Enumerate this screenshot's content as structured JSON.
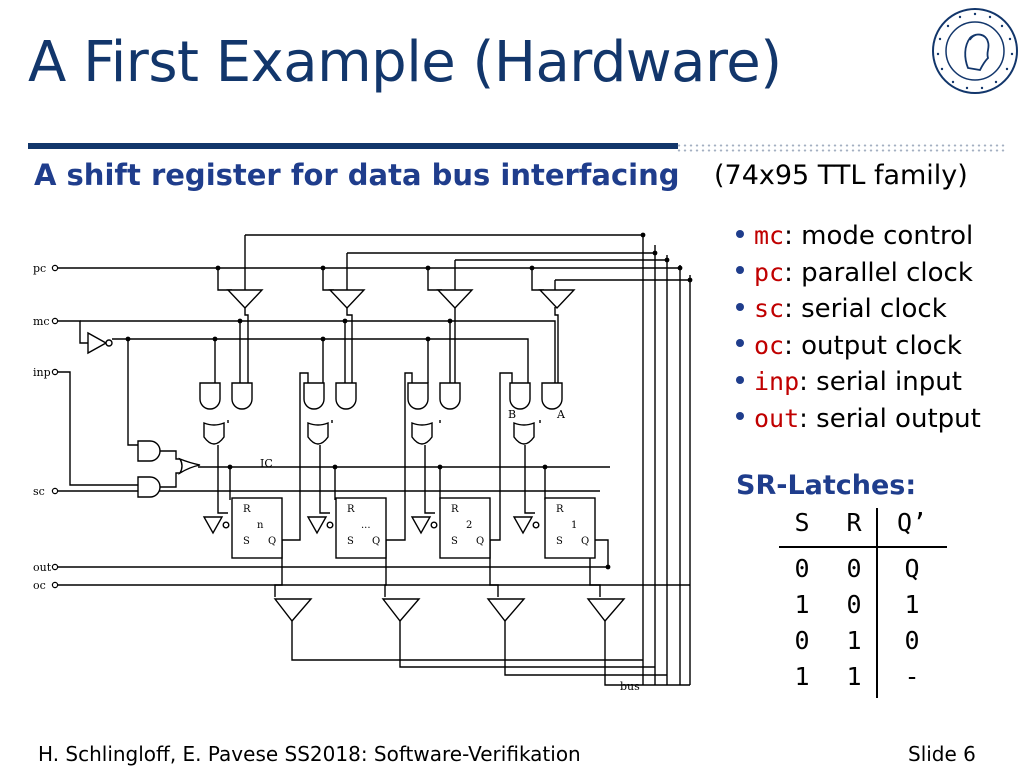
{
  "slide": {
    "title": "A First Example (Hardware)",
    "subtitle": "A shift register for data bus interfacing",
    "family_note": "(74x95 TTL family)",
    "legend": [
      {
        "code": "mc",
        "text": ": mode control"
      },
      {
        "code": "pc",
        "text": ": parallel clock"
      },
      {
        "code": "sc",
        "text": ": serial clock"
      },
      {
        "code": "oc",
        "text": ": output clock"
      },
      {
        "code": "inp",
        "text": ": serial input"
      },
      {
        "code": "out",
        "text": ": serial output"
      }
    ],
    "sr_heading": "SR-Latches:",
    "sr_table": {
      "headers": [
        "S",
        "R",
        "Q’"
      ],
      "rows": [
        [
          "0",
          "0",
          "Q"
        ],
        [
          "1",
          "0",
          "1"
        ],
        [
          "0",
          "1",
          "0"
        ],
        [
          "1",
          "1",
          "-"
        ]
      ]
    },
    "footer_left": "H. Schlingloff, E. Pavese SS2018: Software-Verifikation",
    "footer_right": "Slide 6"
  },
  "circuit": {
    "inputs": [
      "pc",
      "mc",
      "inp",
      "sc",
      "out",
      "oc"
    ],
    "ic_label": "IC",
    "gate_labels": [
      "B",
      "A"
    ],
    "ff_labels": [
      {
        "r": "R",
        "s": "S",
        "q": "Q",
        "idx": "n"
      },
      {
        "r": "R",
        "s": "S",
        "q": "Q",
        "idx": "..."
      },
      {
        "r": "R",
        "s": "S",
        "q": "Q",
        "idx": "2"
      },
      {
        "r": "R",
        "s": "S",
        "q": "Q",
        "idx": "1"
      }
    ],
    "bus_label": "bus"
  },
  "colors": {
    "title": "#12366b",
    "heading": "#1f3d8c",
    "code": "#c00000",
    "rule": "#12366b"
  },
  "icons": {
    "seal": "university-seal-icon",
    "bullet": "bullet-dot-icon"
  }
}
